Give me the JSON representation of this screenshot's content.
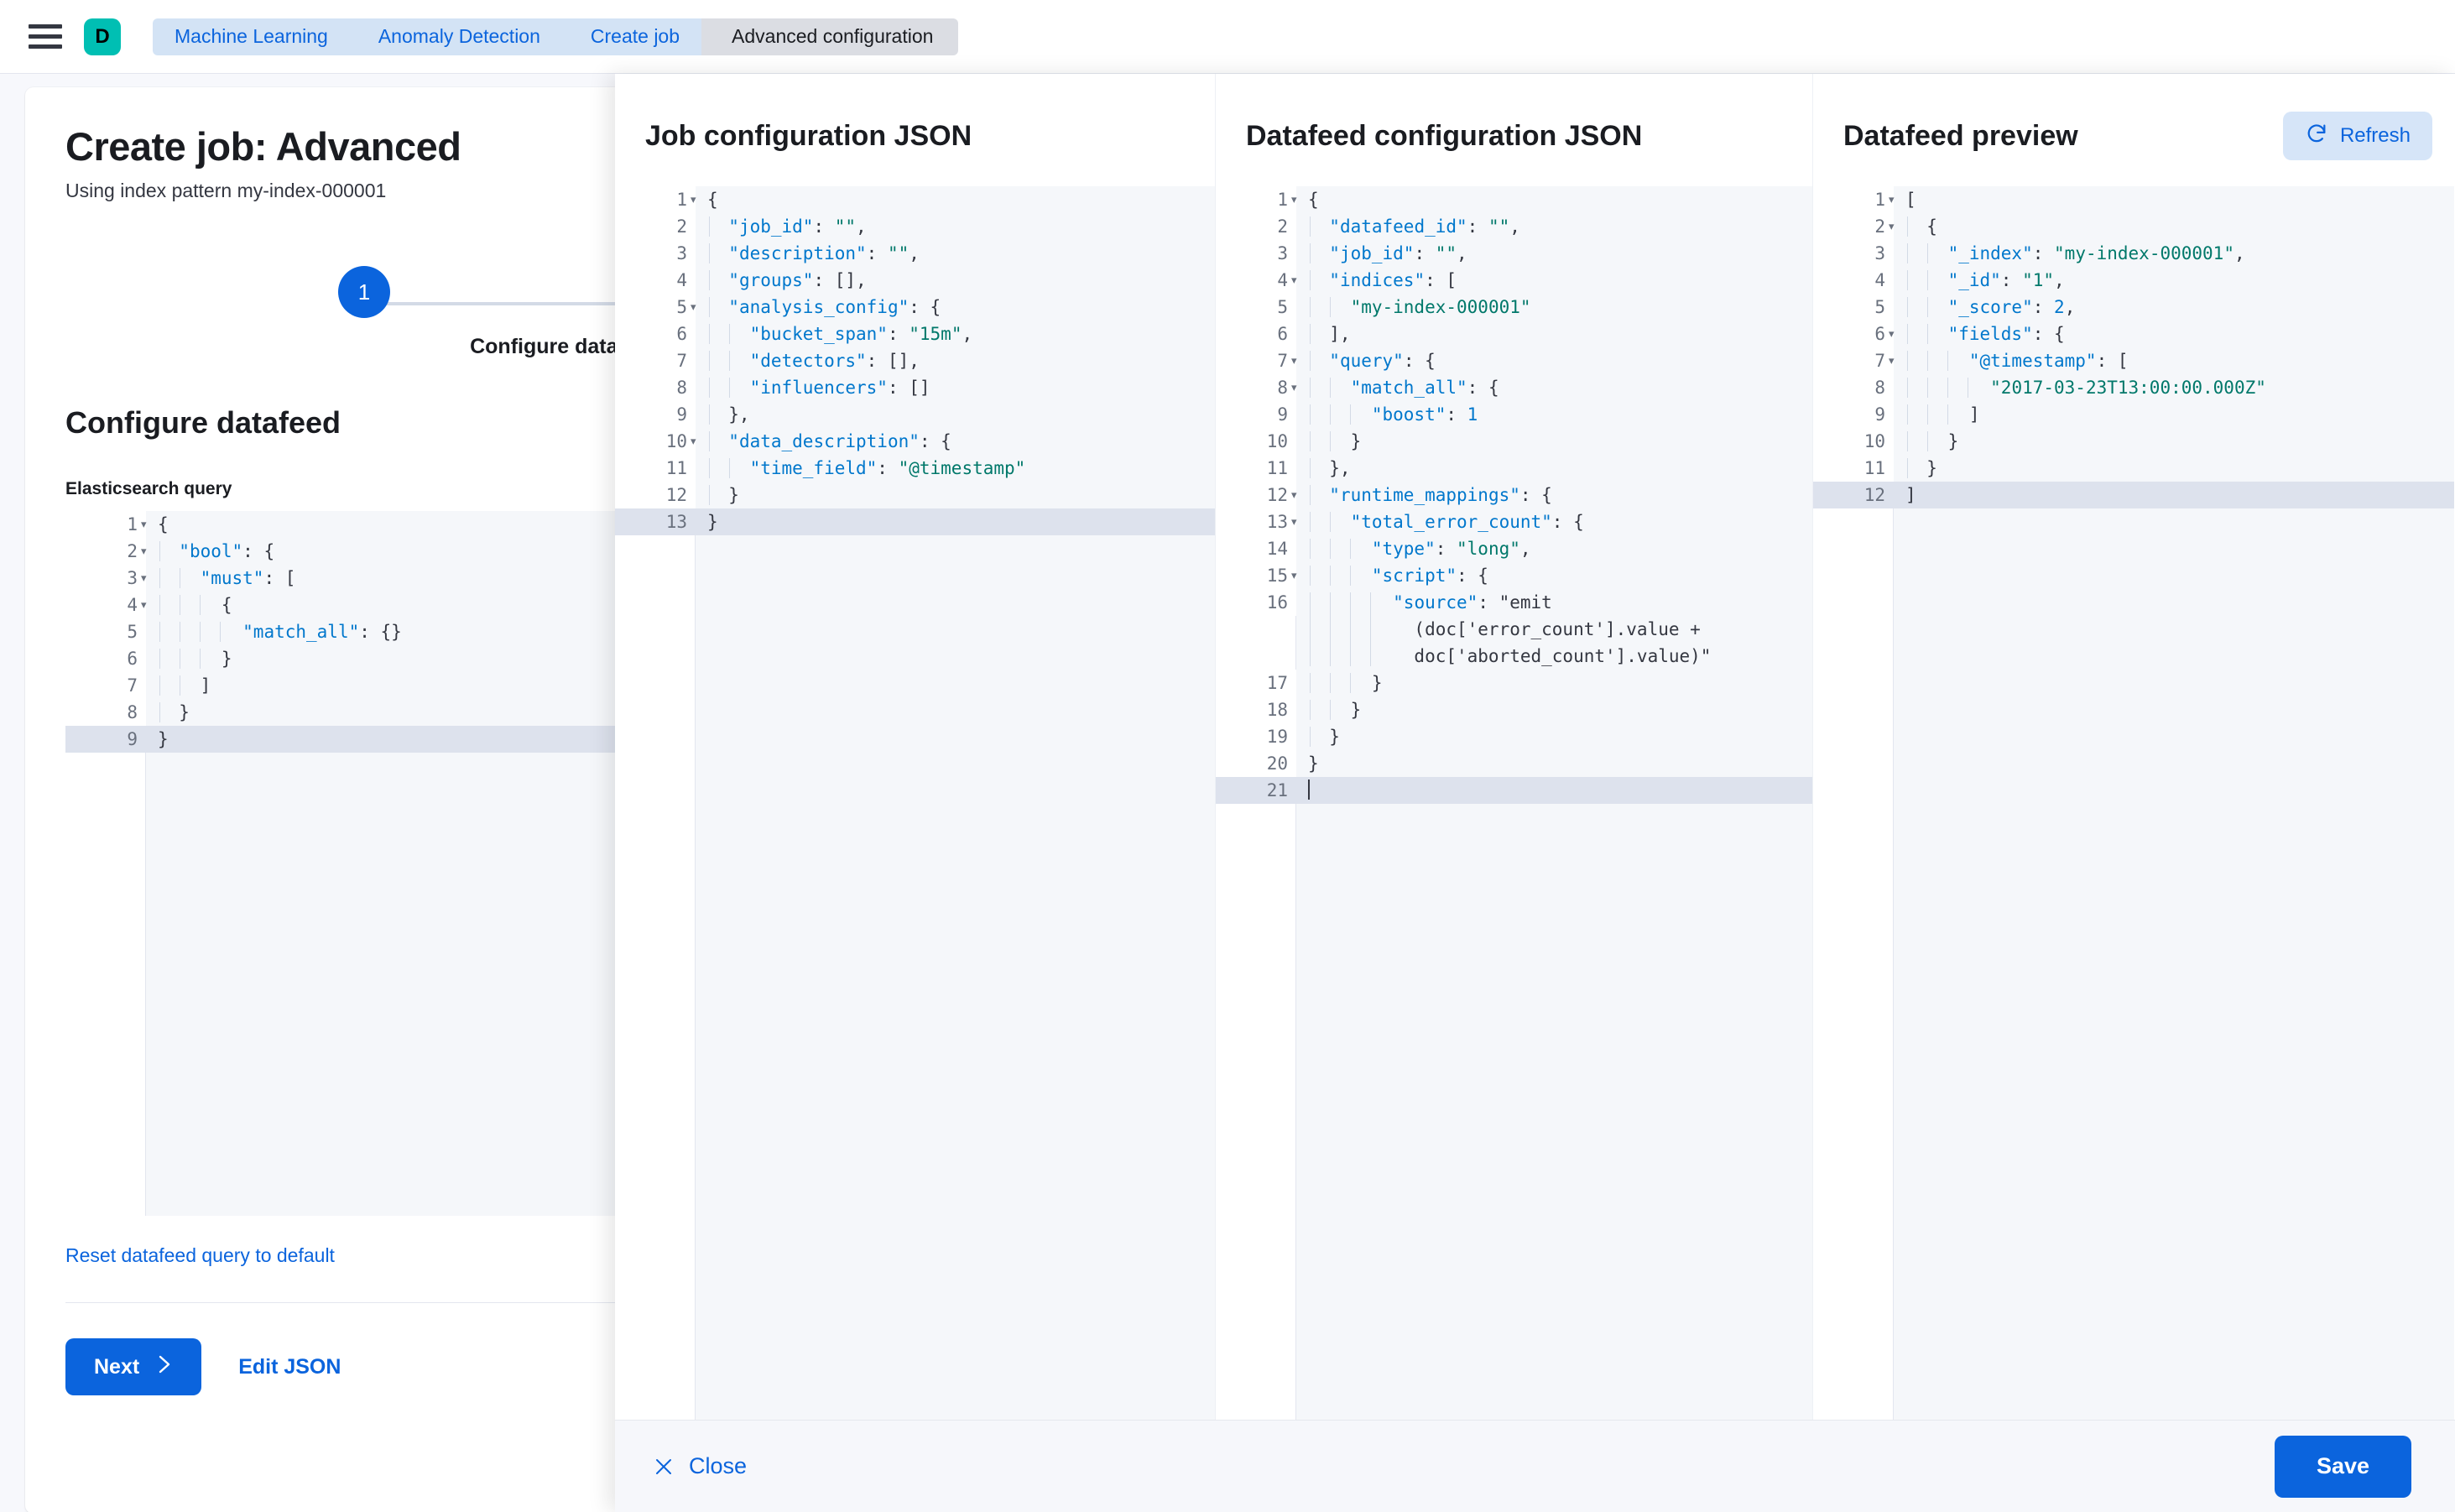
{
  "header": {
    "menu_icon": "hamburger-icon",
    "logo_letter": "D",
    "breadcrumbs": [
      {
        "label": "Machine Learning",
        "active": false
      },
      {
        "label": "Anomaly Detection",
        "active": false
      },
      {
        "label": "Create job",
        "active": false
      },
      {
        "label": "Advanced configuration",
        "active": true
      }
    ]
  },
  "page": {
    "title": "Create job: Advanced",
    "subtitle": "Using index pattern my-index-000001",
    "step_number": "1",
    "step_label": "Configure datafeed",
    "section_title": "Configure datafeed",
    "field_label": "Elasticsearch query",
    "reset_link": "Reset datafeed query to default",
    "next_label": "Next",
    "next_icon": "chevron-right-icon",
    "edit_json_label": "Edit JSON",
    "es_query_lines": [
      {
        "n": "1",
        "fold": true,
        "code": "{"
      },
      {
        "n": "2",
        "fold": true,
        "code": "  \"bool\": {"
      },
      {
        "n": "3",
        "fold": true,
        "code": "    \"must\": ["
      },
      {
        "n": "4",
        "fold": true,
        "code": "      {"
      },
      {
        "n": "5",
        "fold": false,
        "code": "        \"match_all\": {}"
      },
      {
        "n": "6",
        "fold": false,
        "code": "      }"
      },
      {
        "n": "7",
        "fold": false,
        "code": "    ]"
      },
      {
        "n": "8",
        "fold": false,
        "code": "  }"
      },
      {
        "n": "9",
        "fold": false,
        "code": "}",
        "active": true
      }
    ]
  },
  "flyout": {
    "job_config": {
      "title": "Job configuration JSON",
      "lines": [
        {
          "n": "1",
          "fold": true,
          "code": "{"
        },
        {
          "n": "2",
          "fold": false,
          "code": "  \"job_id\": \"\","
        },
        {
          "n": "3",
          "fold": false,
          "code": "  \"description\": \"\","
        },
        {
          "n": "4",
          "fold": false,
          "code": "  \"groups\": [],"
        },
        {
          "n": "5",
          "fold": true,
          "code": "  \"analysis_config\": {"
        },
        {
          "n": "6",
          "fold": false,
          "code": "    \"bucket_span\": \"15m\","
        },
        {
          "n": "7",
          "fold": false,
          "code": "    \"detectors\": [],"
        },
        {
          "n": "8",
          "fold": false,
          "code": "    \"influencers\": []"
        },
        {
          "n": "9",
          "fold": false,
          "code": "  },"
        },
        {
          "n": "10",
          "fold": true,
          "code": "  \"data_description\": {"
        },
        {
          "n": "11",
          "fold": false,
          "code": "    \"time_field\": \"@timestamp\""
        },
        {
          "n": "12",
          "fold": false,
          "code": "  }"
        },
        {
          "n": "13",
          "fold": false,
          "code": "}",
          "active": true
        }
      ]
    },
    "datafeed_config": {
      "title": "Datafeed configuration JSON",
      "lines": [
        {
          "n": "1",
          "fold": true,
          "code": "{"
        },
        {
          "n": "2",
          "fold": false,
          "code": "  \"datafeed_id\": \"\","
        },
        {
          "n": "3",
          "fold": false,
          "code": "  \"job_id\": \"\","
        },
        {
          "n": "4",
          "fold": true,
          "code": "  \"indices\": ["
        },
        {
          "n": "5",
          "fold": false,
          "code": "    \"my-index-000001\""
        },
        {
          "n": "6",
          "fold": false,
          "code": "  ],"
        },
        {
          "n": "7",
          "fold": true,
          "code": "  \"query\": {"
        },
        {
          "n": "8",
          "fold": true,
          "code": "    \"match_all\": {"
        },
        {
          "n": "9",
          "fold": false,
          "code": "      \"boost\": 1"
        },
        {
          "n": "10",
          "fold": false,
          "code": "    }"
        },
        {
          "n": "11",
          "fold": false,
          "code": "  },"
        },
        {
          "n": "12",
          "fold": true,
          "code": "  \"runtime_mappings\": {"
        },
        {
          "n": "13",
          "fold": true,
          "code": "    \"total_error_count\": {"
        },
        {
          "n": "14",
          "fold": false,
          "code": "      \"type\": \"long\","
        },
        {
          "n": "15",
          "fold": true,
          "code": "      \"script\": {"
        },
        {
          "n": "16",
          "fold": false,
          "code": "        \"source\": \"emit\n          (doc['error_count'].value +\n          doc['aborted_count'].value)\""
        },
        {
          "n": "17",
          "fold": false,
          "code": "      }"
        },
        {
          "n": "18",
          "fold": false,
          "code": "    }"
        },
        {
          "n": "19",
          "fold": false,
          "code": "  }"
        },
        {
          "n": "20",
          "fold": false,
          "code": "}"
        },
        {
          "n": "21",
          "fold": false,
          "code": "",
          "active": true,
          "caret": true
        }
      ]
    },
    "datafeed_preview": {
      "title": "Datafeed preview",
      "refresh_label": "Refresh",
      "refresh_icon": "refresh-icon",
      "lines": [
        {
          "n": "1",
          "fold": true,
          "code": "["
        },
        {
          "n": "2",
          "fold": true,
          "code": "  {"
        },
        {
          "n": "3",
          "fold": false,
          "code": "    \"_index\": \"my-index-000001\","
        },
        {
          "n": "4",
          "fold": false,
          "code": "    \"_id\": \"1\","
        },
        {
          "n": "5",
          "fold": false,
          "code": "    \"_score\": 2,"
        },
        {
          "n": "6",
          "fold": true,
          "code": "    \"fields\": {"
        },
        {
          "n": "7",
          "fold": true,
          "code": "      \"@timestamp\": ["
        },
        {
          "n": "8",
          "fold": false,
          "code": "        \"2017-03-23T13:00:00.000Z\""
        },
        {
          "n": "9",
          "fold": false,
          "code": "      ]"
        },
        {
          "n": "10",
          "fold": false,
          "code": "    }"
        },
        {
          "n": "11",
          "fold": false,
          "code": "  }"
        },
        {
          "n": "12",
          "fold": false,
          "code": "]",
          "active": true
        }
      ]
    },
    "footer": {
      "close_label": "Close",
      "close_icon": "close-icon",
      "save_label": "Save"
    }
  },
  "colors": {
    "accent": "#0B64DD",
    "brand": "#00BFB3",
    "key": "#0077CC",
    "string": "#00786A",
    "active_line": "#DDE2ED"
  }
}
